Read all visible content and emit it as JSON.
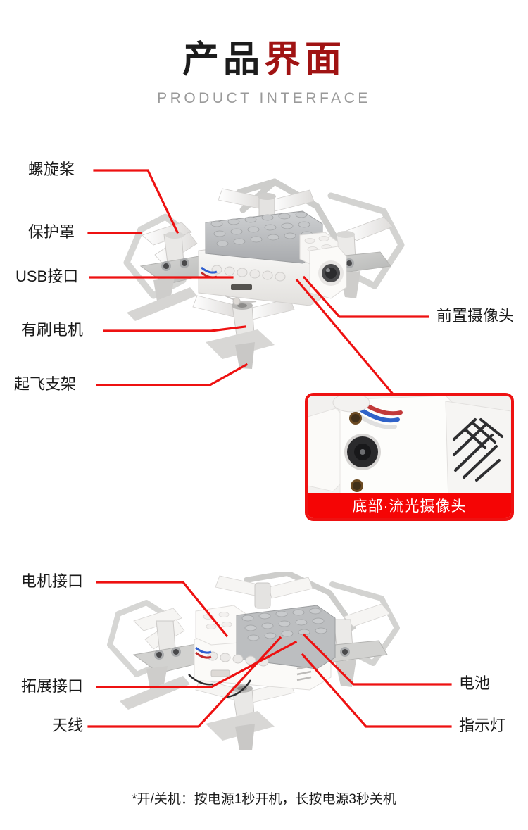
{
  "header": {
    "title_plain": "产品",
    "title_accent": "界面",
    "subtitle": "PRODUCT INTERFACE"
  },
  "colors": {
    "leader_red": "#ee1111",
    "caption_red": "#f50505",
    "title_accent": "#a01313",
    "subtitle_gray": "#9a9a9a",
    "text_dark": "#1a1a1a",
    "body_white": "#f4f3f1",
    "brick_gray": "#b9bbbd"
  },
  "top_section": {
    "labels_left": [
      {
        "id": "propeller",
        "text": "螺旋桨"
      },
      {
        "id": "prop-guard",
        "text": "保护罩"
      },
      {
        "id": "usb-port",
        "text": "USB接口"
      },
      {
        "id": "brushed-motor",
        "text": "有刷电机"
      },
      {
        "id": "landing-gear",
        "text": "起飞支架"
      }
    ],
    "labels_right": [
      {
        "id": "front-camera",
        "text": "前置摄像头"
      }
    ]
  },
  "inset": {
    "caption": "底部·流光摄像头"
  },
  "bottom_section": {
    "labels_left": [
      {
        "id": "motor-port",
        "text": "电机接口"
      },
      {
        "id": "expansion-port",
        "text": "拓展接口"
      },
      {
        "id": "antenna",
        "text": "天线"
      }
    ],
    "labels_right": [
      {
        "id": "battery",
        "text": "电池"
      },
      {
        "id": "indicator-light",
        "text": "指示灯"
      }
    ]
  },
  "footer": {
    "note": "*开/关机：按电源1秒开机，长按电源3秒关机"
  }
}
